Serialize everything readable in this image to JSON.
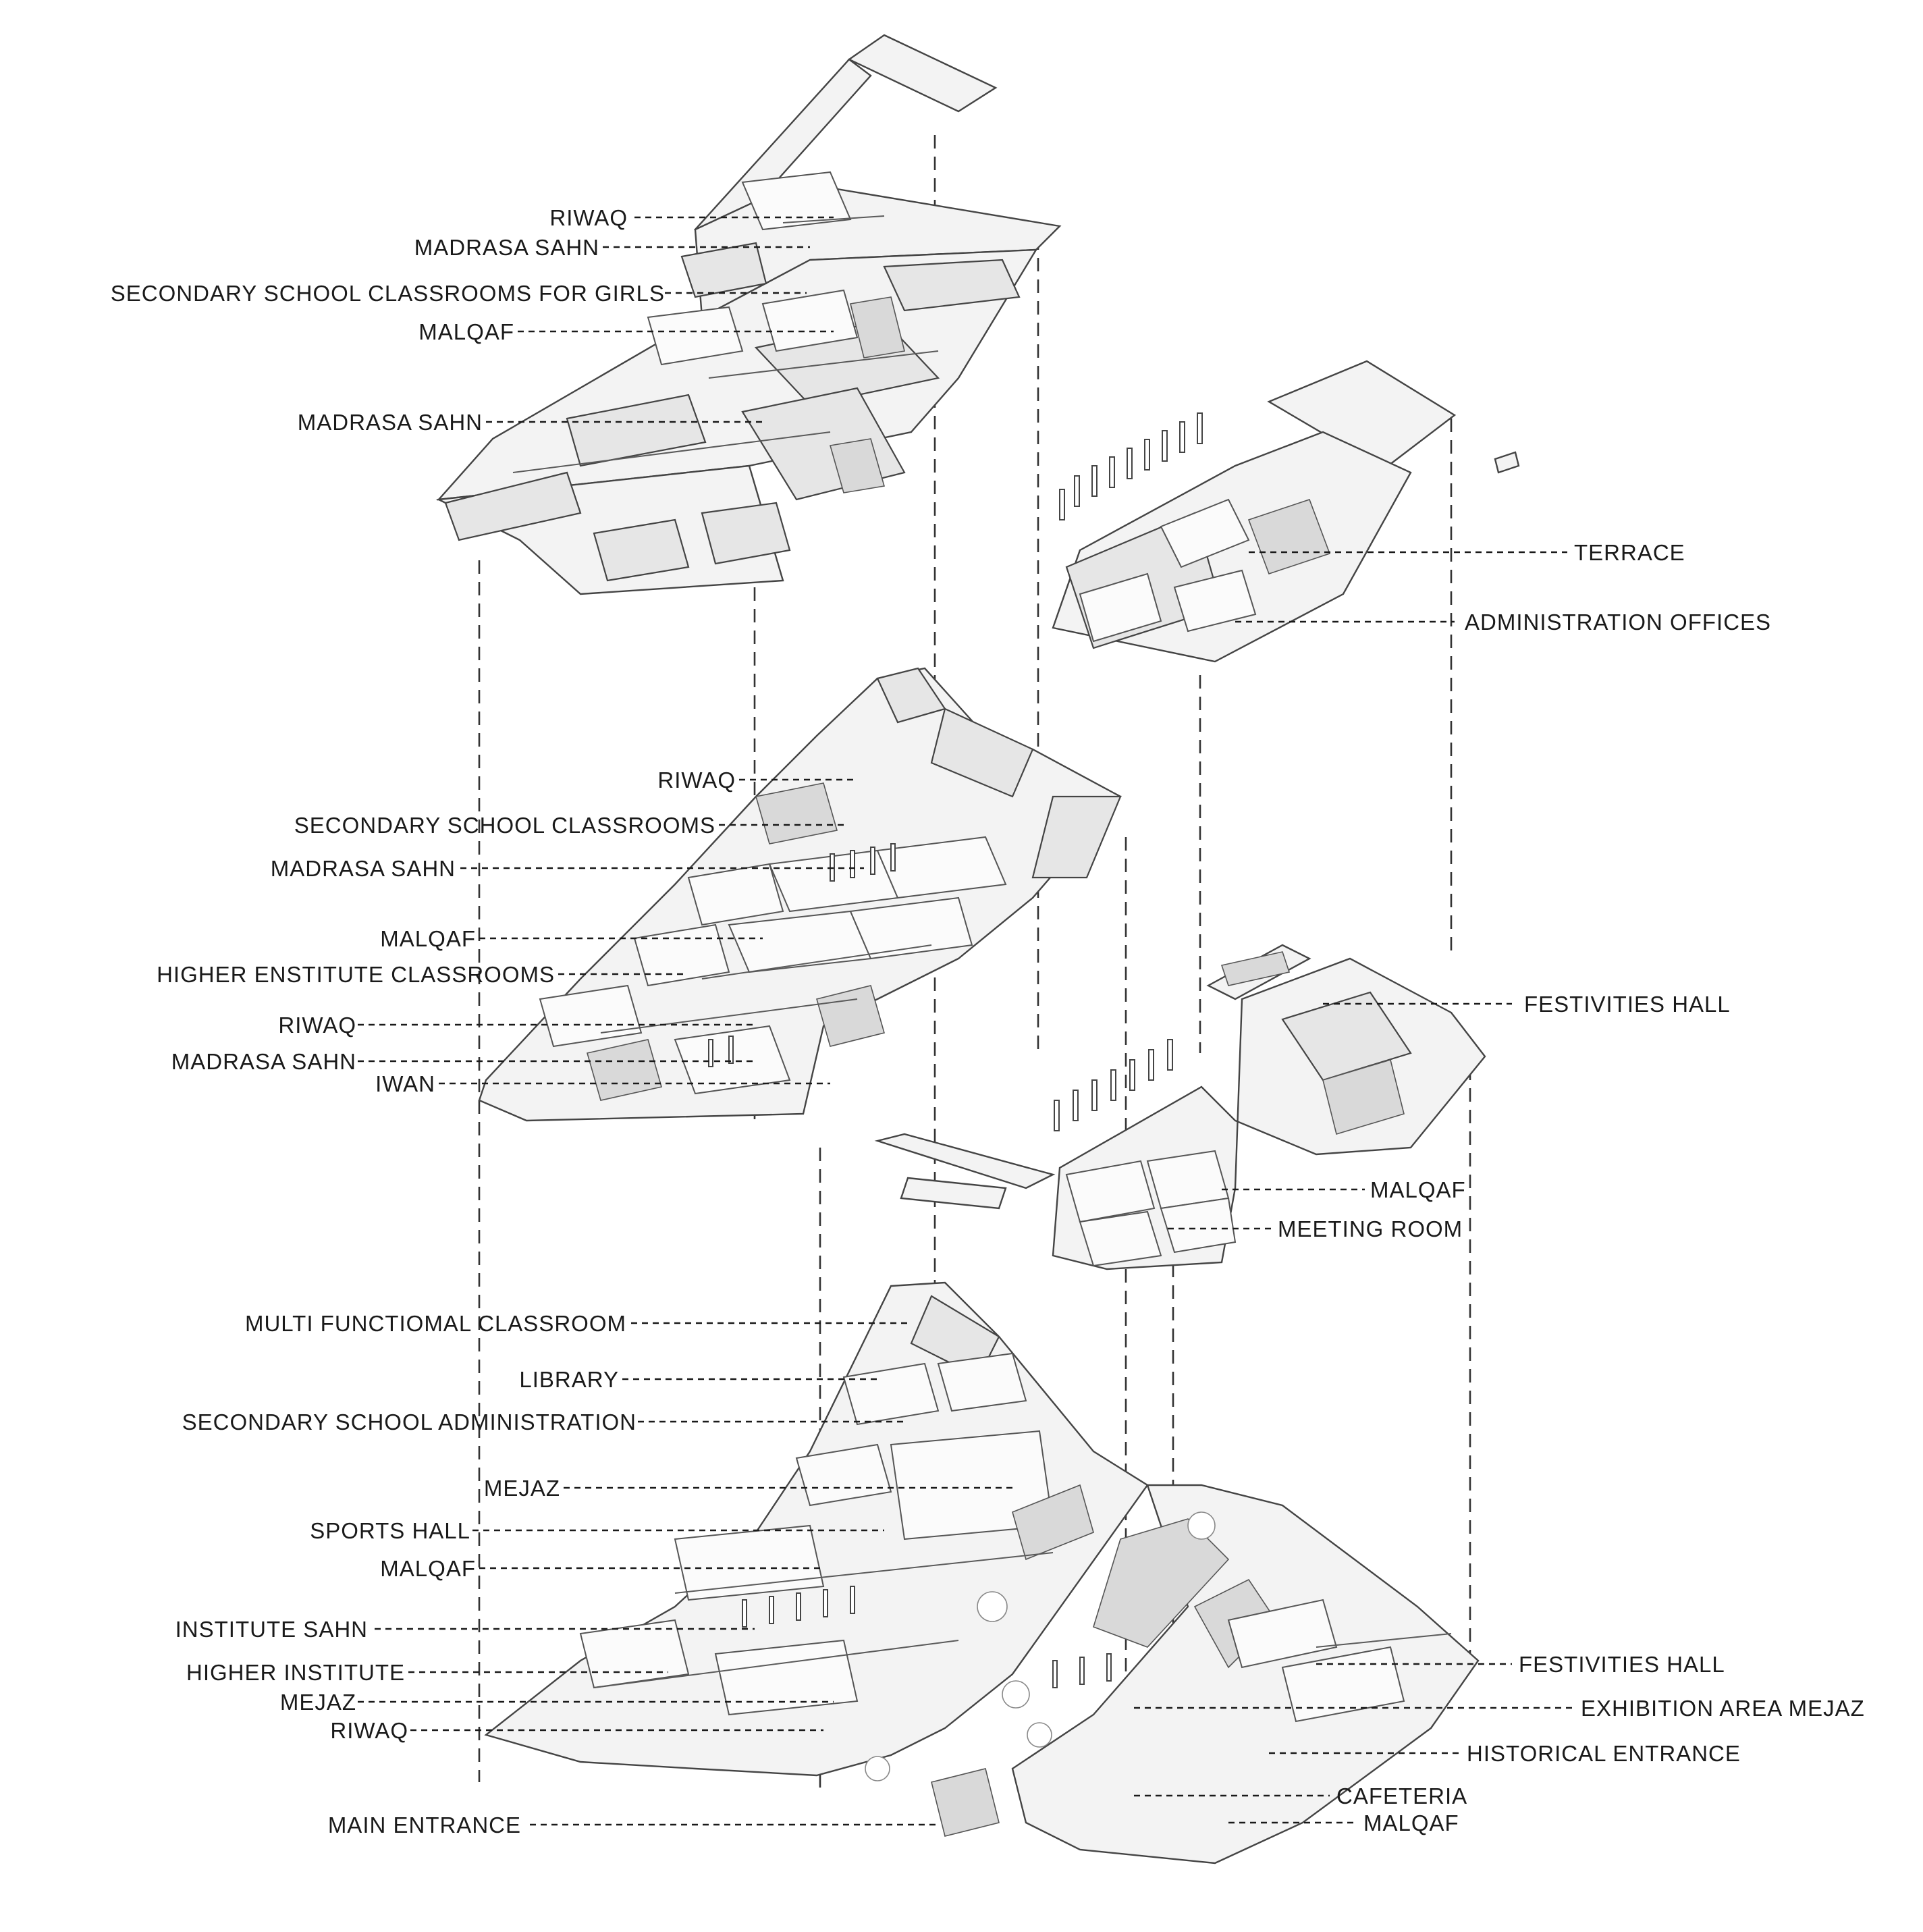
{
  "labels_left": [
    {
      "key": "riwaq_top",
      "text": "RIWAQ"
    },
    {
      "key": "madrasa_sahn_top1",
      "text": "MADRASA SAHN"
    },
    {
      "key": "secondary_girls",
      "text": "SECONDARY SCHOOL CLASSROOMS FOR GIRLS"
    },
    {
      "key": "malqaf_top",
      "text": "MALQAF"
    },
    {
      "key": "madrasa_sahn_top2",
      "text": "MADRASA SAHN"
    },
    {
      "key": "riwaq_mid1",
      "text": "RIWAQ"
    },
    {
      "key": "secondary_classrooms",
      "text": "SECONDARY SCHOOL CLASSROOMS"
    },
    {
      "key": "madrasa_sahn_mid1",
      "text": "MADRASA SAHN"
    },
    {
      "key": "malqaf_mid",
      "text": "MALQAF"
    },
    {
      "key": "higher_classrooms",
      "text": "HIGHER ENSTITUTE CLASSROOMS"
    },
    {
      "key": "riwaq_mid2",
      "text": "RIWAQ"
    },
    {
      "key": "madrasa_sahn_mid2",
      "text": "MADRASA SAHN"
    },
    {
      "key": "iwan",
      "text": "IWAN"
    },
    {
      "key": "multi_classroom",
      "text": "MULTI FUNCTIOMAL CLASSROOM"
    },
    {
      "key": "library",
      "text": "LIBRARY"
    },
    {
      "key": "secondary_admin",
      "text": "SECONDARY SCHOOL ADMINISTRATION"
    },
    {
      "key": "mejaz_1",
      "text": "MEJAZ"
    },
    {
      "key": "sports_hall",
      "text": "SPORTS HALL"
    },
    {
      "key": "malqaf_ground",
      "text": "MALQAF"
    },
    {
      "key": "institute_sahn",
      "text": "INSTITUTE SAHN"
    },
    {
      "key": "higher_institute",
      "text": "HIGHER INSTITUTE"
    },
    {
      "key": "mejaz_2",
      "text": "MEJAZ"
    },
    {
      "key": "riwaq_ground",
      "text": "RIWAQ"
    },
    {
      "key": "main_entrance",
      "text": "MAIN ENTRANCE"
    }
  ],
  "labels_right": [
    {
      "key": "terrace",
      "text": "TERRACE"
    },
    {
      "key": "admin_offices",
      "text": "ADMINISTRATION OFFICES"
    },
    {
      "key": "festivities_mid",
      "text": "FESTIVITIES HALL"
    },
    {
      "key": "malqaf_right",
      "text": "MALQAF"
    },
    {
      "key": "meeting_room",
      "text": "MEETING ROOM"
    },
    {
      "key": "festivities_ground",
      "text": "FESTIVITIES HALL"
    },
    {
      "key": "exhibition_mejaz",
      "text": "EXHIBITION AREA MEJAZ"
    },
    {
      "key": "historical_entrance",
      "text": "HISTORICAL ENTRANCE"
    },
    {
      "key": "cafeteria",
      "text": "CAFETERIA"
    },
    {
      "key": "malqaf_ground_right",
      "text": "MALQAF"
    }
  ],
  "theme": {
    "line": "#1a1a1a",
    "surface": "#f3f3f3",
    "wall": "#555555"
  }
}
